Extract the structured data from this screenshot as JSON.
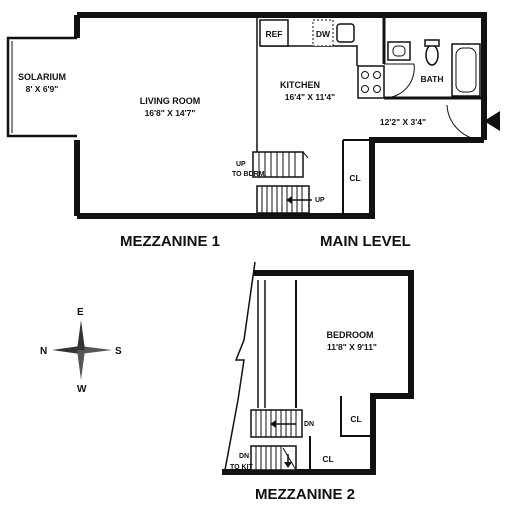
{
  "rooms": {
    "solarium": {
      "name": "SOLARIUM",
      "dims": "8' X 6'9\""
    },
    "living_room": {
      "name": "LIVING ROOM",
      "dims": "16'8\" X 14'7\""
    },
    "kitchen": {
      "name": "KITCHEN",
      "dims": "16'4\" X 11'4\""
    },
    "foyer": {
      "dims": "12'2\" X 3'4\""
    },
    "bath": {
      "name": "BATH"
    },
    "bedroom": {
      "name": "BEDROOM",
      "dims": "11'8\" X 9'11\""
    }
  },
  "fixtures": {
    "ref": "REF",
    "dw": "DW"
  },
  "closets": {
    "main": "CL",
    "mezz2_a": "CL",
    "mezz2_b": "CL"
  },
  "stairs": {
    "up_to_bdrm_1": "UP",
    "up_to_bdrm_2": "TO BDRM.",
    "up": "UP",
    "dn_1": "DN",
    "dn_2": "DN",
    "to_kit": "TO KIT"
  },
  "levels": {
    "mezzanine_1": "MEZZANINE 1",
    "main_level": "MAIN LEVEL",
    "mezzanine_2": "MEZZANINE 2"
  },
  "compass": {
    "north": "N",
    "south": "S",
    "east": "E",
    "west": "W"
  }
}
